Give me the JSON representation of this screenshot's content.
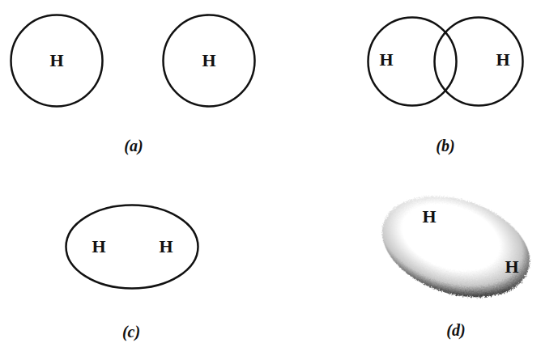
{
  "diagram": {
    "nodes": [
      {
        "text": [
          "H"
        ]
      },
      {
        "text": [
          "H"
        ]
      },
      {
        "text": [
          "H"
        ]
      },
      {
        "text": [
          "H"
        ]
      },
      {
        "text": [
          "H",
          "H"
        ]
      },
      {
        "text": [
          "H",
          "H"
        ]
      }
    ],
    "labels": [
      "(a)",
      "(b)",
      "(c)",
      "(d)"
    ]
  }
}
